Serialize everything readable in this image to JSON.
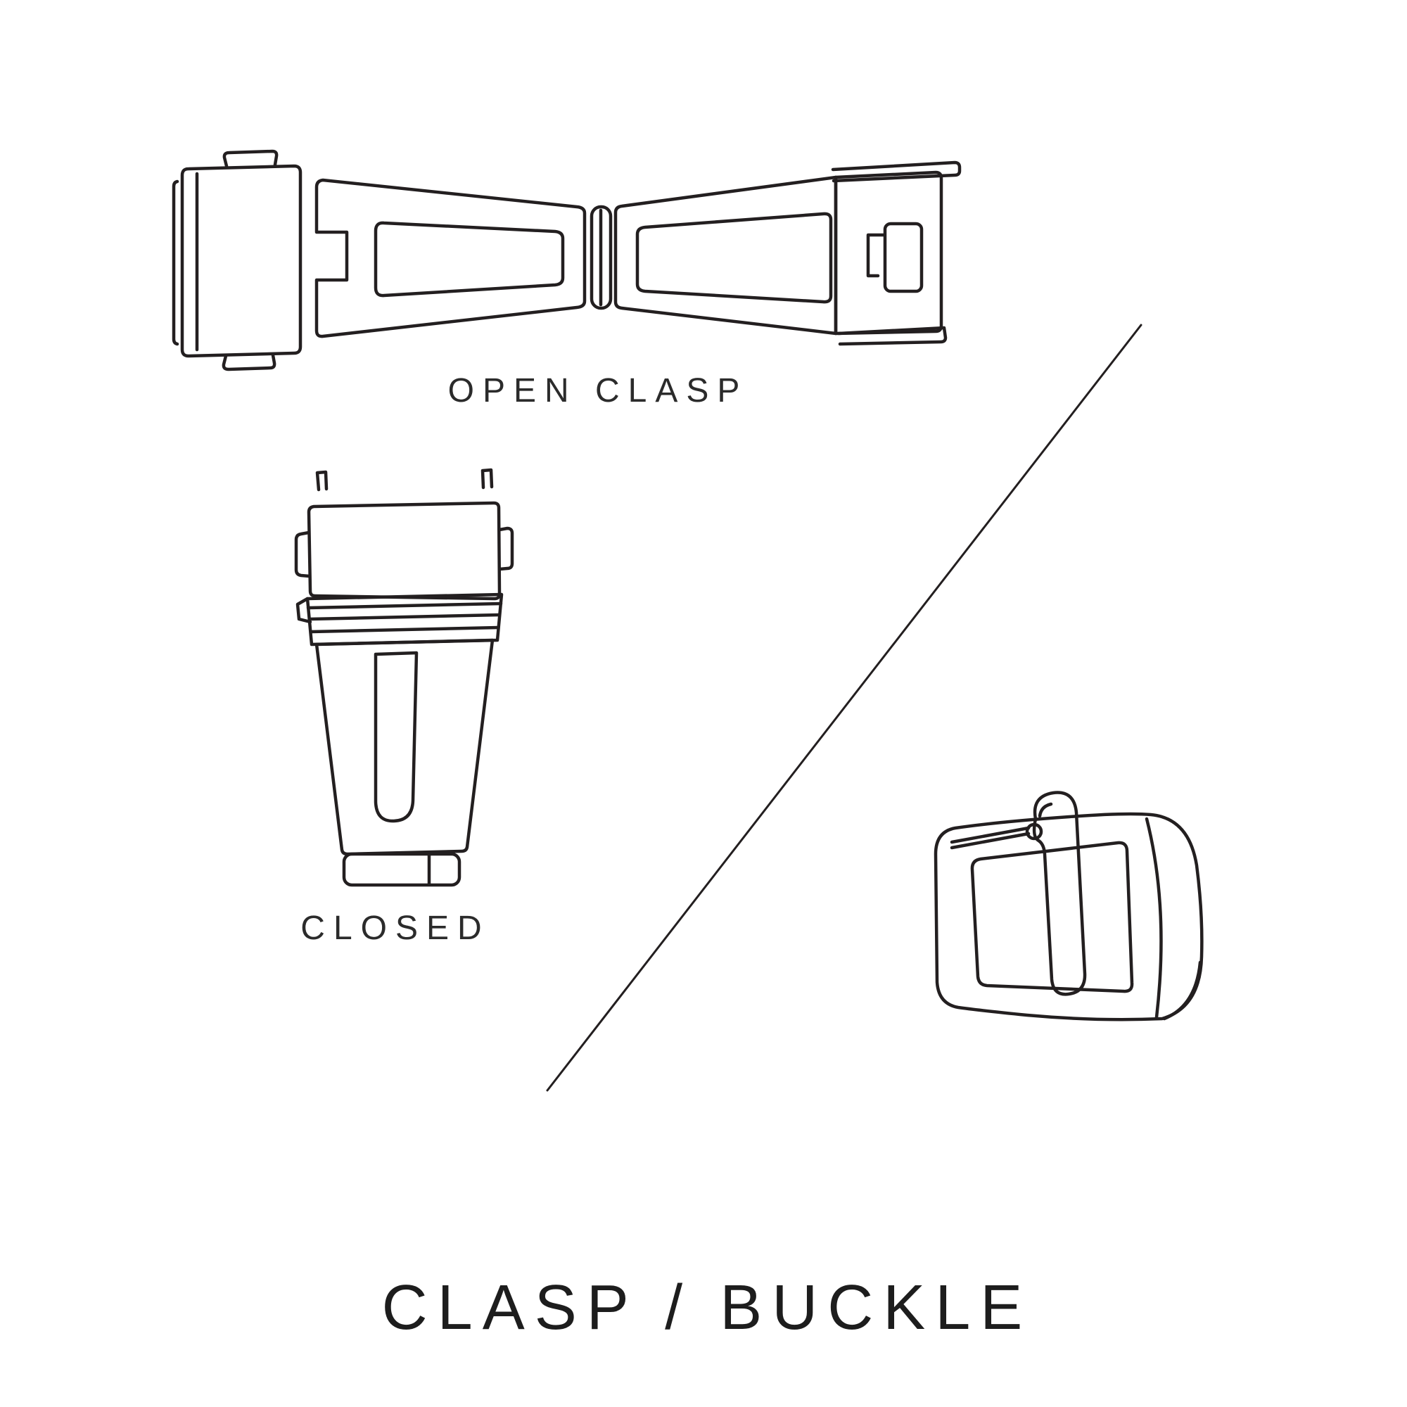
{
  "title": "CLASP / BUCKLE",
  "labels": {
    "open_clasp": "OPEN CLASP",
    "closed": "CLOSED"
  },
  "illustrations": {
    "open_clasp": "open-clasp-line-drawing",
    "closed_clasp": "closed-clasp-line-drawing",
    "buckle": "tang-buckle-line-drawing",
    "divider": "diagonal-divider-line"
  },
  "colors": {
    "line": "#231f20",
    "background": "#ffffff",
    "text": "#2b2b2b"
  }
}
